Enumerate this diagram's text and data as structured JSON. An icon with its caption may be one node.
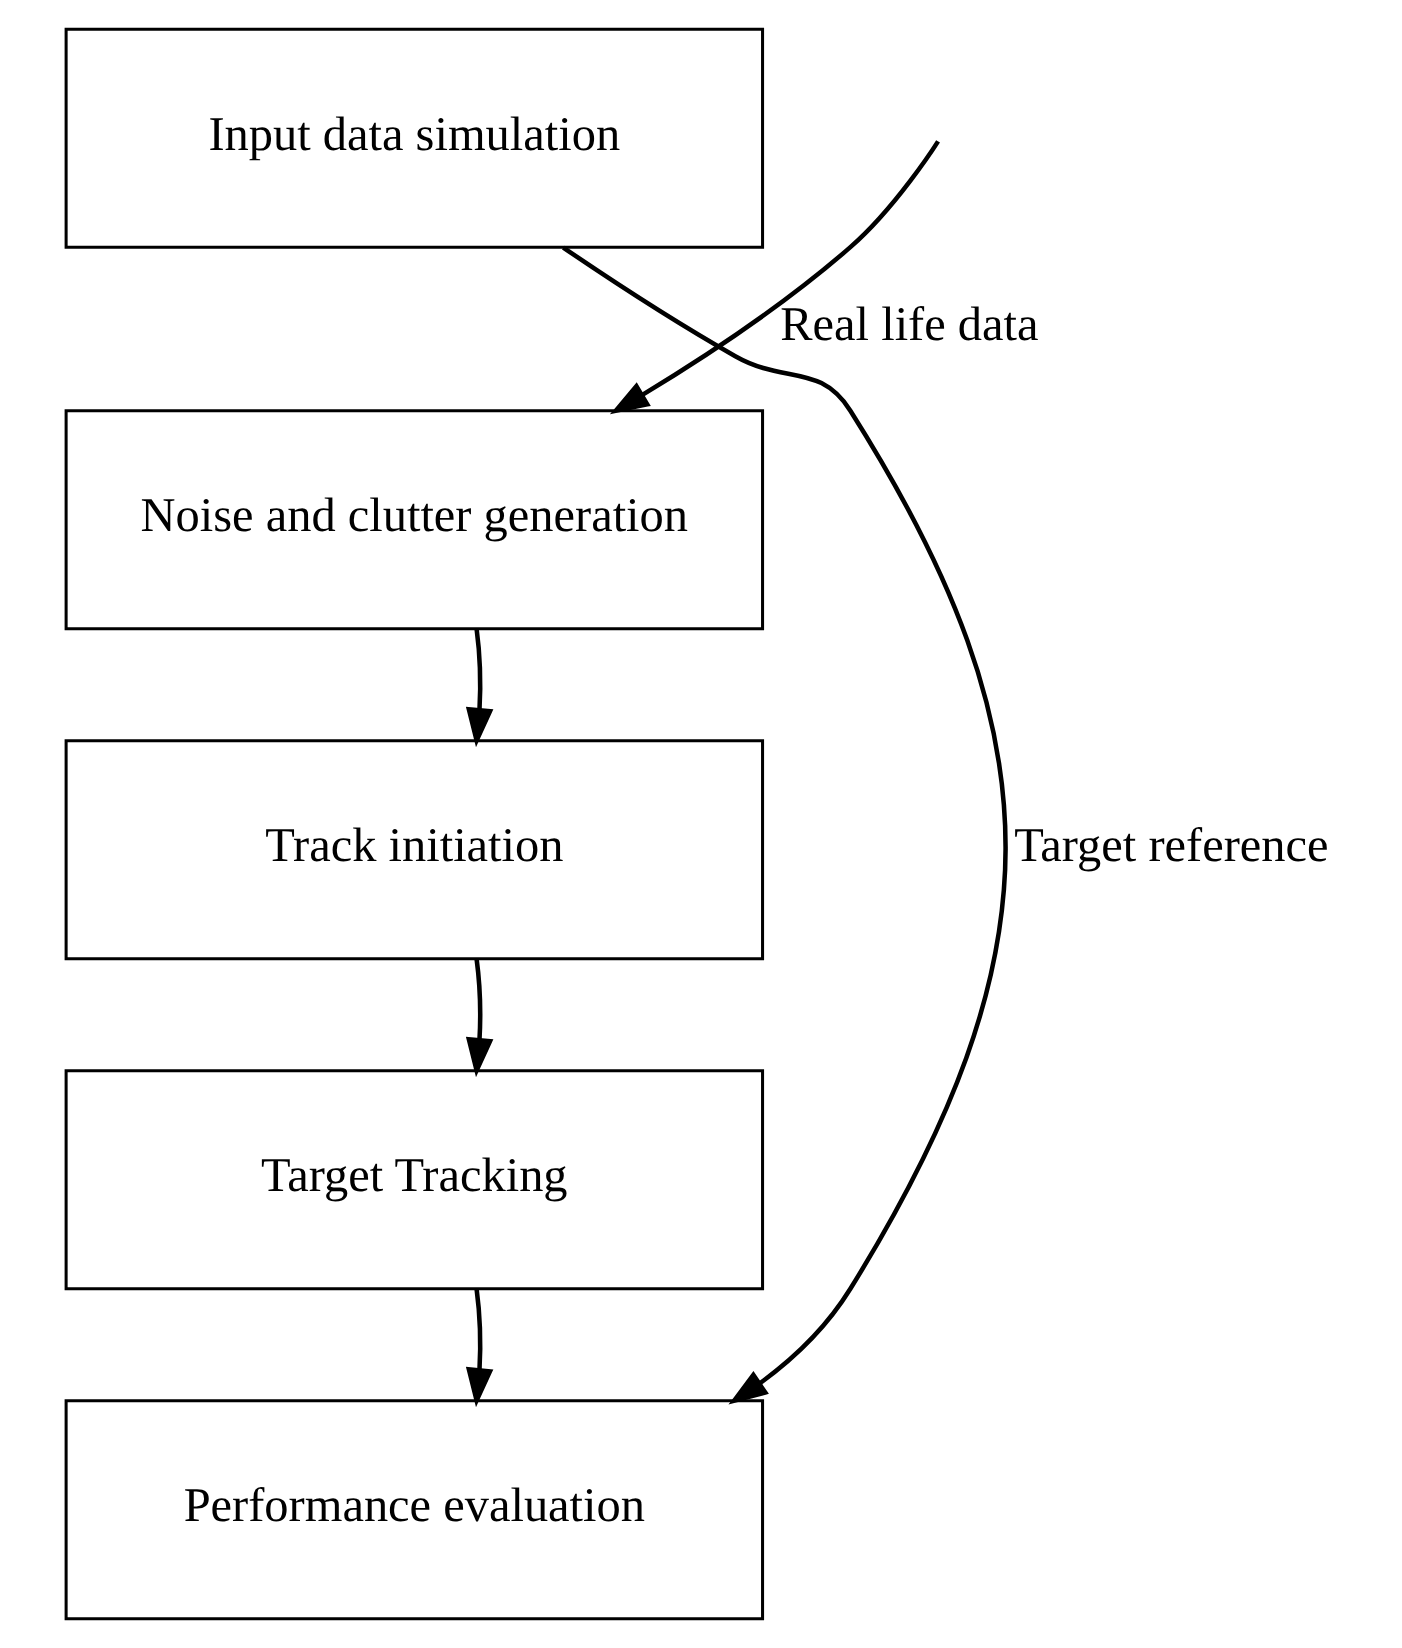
{
  "diagram": {
    "nodes": [
      {
        "text": [
          "Input data simulation"
        ]
      },
      {
        "text": [
          "Noise and clutter generation"
        ]
      },
      {
        "text": [
          "Track initiation"
        ]
      },
      {
        "text": [
          "Target Tracking"
        ]
      },
      {
        "text": [
          "Performance evaluation"
        ]
      }
    ],
    "edges": [
      {
        "from": null,
        "to": 1,
        "arrow": "to",
        "label": "Real life data"
      },
      {
        "from": 1,
        "to": 2,
        "arrow": "to"
      },
      {
        "from": 2,
        "to": 3,
        "arrow": "to"
      },
      {
        "from": 3,
        "to": 4,
        "arrow": "to"
      },
      {
        "from": 0,
        "to": 4,
        "arrow": "to",
        "label": "Target reference"
      }
    ]
  }
}
